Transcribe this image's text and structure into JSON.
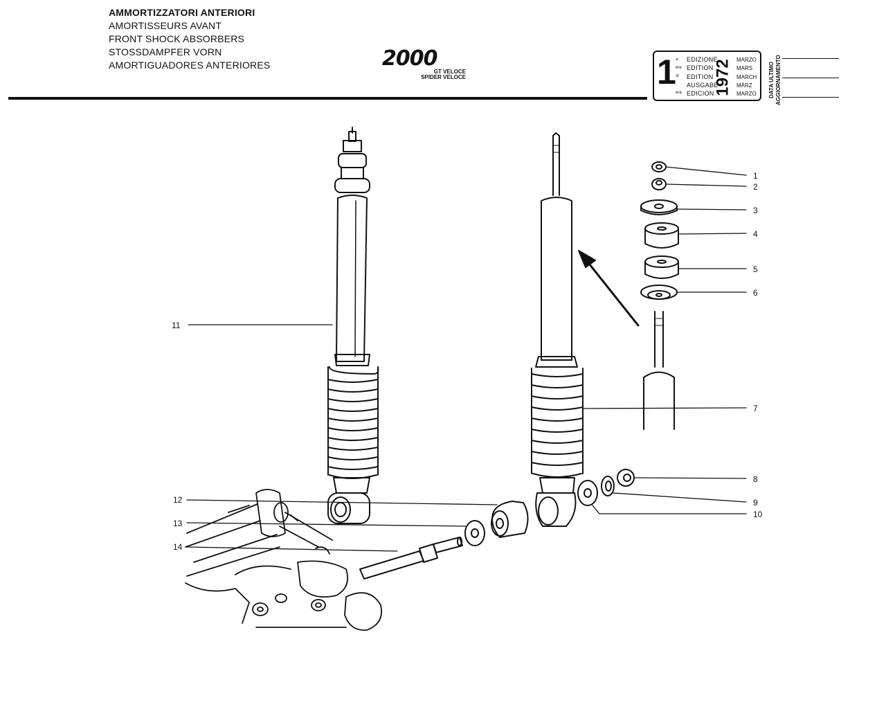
{
  "header": {
    "titles": [
      "AMMORTIZZATORI ANTERIORI",
      "AMORTISSEURS AVANT",
      "FRONT SHOCK ABSORBERS",
      "STOSSDAMPFER VORN",
      "AMORTIGUADORES ANTERIORES"
    ],
    "logo": {
      "main": "2000",
      "sub1": "GT VELOCE",
      "sub2": "SPIDER VELOCE"
    }
  },
  "edition_box": {
    "number": "1",
    "superscripts": [
      "a",
      "ère",
      "st",
      ".",
      "era"
    ],
    "labels": [
      "EDIZIONE",
      "EDITION",
      "EDITION",
      "AUSGABE",
      "EDICION"
    ],
    "months": [
      "MARZO",
      "MARS",
      "MARCH",
      "MÄRZ",
      "MARZO"
    ],
    "year": "1972",
    "update_label_1": "DATA ULTIMO",
    "update_label_2": "AGGIORNAMENTO"
  },
  "parts": [
    "1",
    "2",
    "3",
    "4",
    "5",
    "6",
    "7",
    "8",
    "9",
    "10",
    "11",
    "12",
    "13",
    "14"
  ]
}
